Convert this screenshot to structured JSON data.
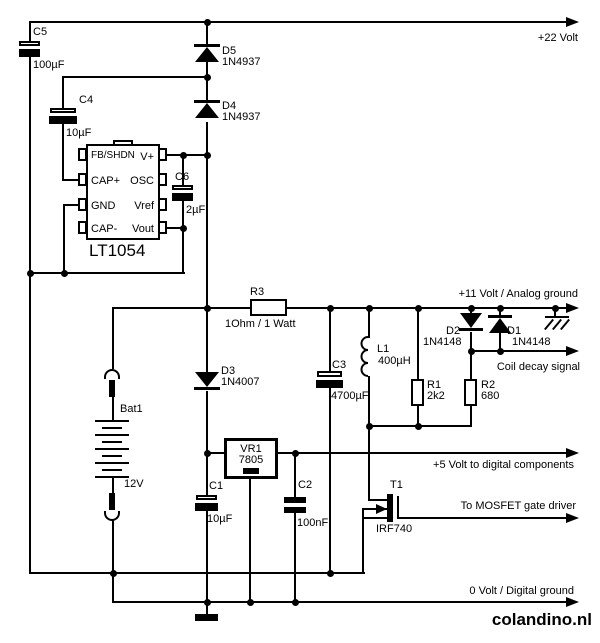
{
  "brand": "colandino.nl",
  "rails": {
    "v22": "+22 Volt",
    "v11": "+11 Volt / Analog ground",
    "coil_decay": "Coil decay signal",
    "v5": "+5 Volt to digital components",
    "gate": "To MOSFET gate driver",
    "v0": "0 Volt / Digital ground"
  },
  "ic": {
    "name": "LT1054",
    "pins_left": [
      "FB/SHDN",
      "CAP+",
      "GND",
      "CAP-"
    ],
    "pins_right": [
      "V+",
      "OSC",
      "Vref",
      "Vout"
    ]
  },
  "parts": {
    "c5": {
      "ref": "C5",
      "value": "100µF"
    },
    "c4": {
      "ref": "C4",
      "value": "10µF"
    },
    "c6": {
      "ref": "C6",
      "value": "2µF"
    },
    "c3": {
      "ref": "C3",
      "value": "4700µF"
    },
    "c1": {
      "ref": "C1",
      "value": "10µF"
    },
    "c2": {
      "ref": "C2",
      "value": "100nF"
    },
    "d5": {
      "ref": "D5",
      "value": "1N4937"
    },
    "d4": {
      "ref": "D4",
      "value": "1N4937"
    },
    "d3": {
      "ref": "D3",
      "value": "1N4007"
    },
    "d2": {
      "ref": "D2",
      "value": "1N4148"
    },
    "d1": {
      "ref": "D1",
      "value": "1N4148"
    },
    "r3": {
      "ref": "R3",
      "value": "1Ohm / 1 Watt"
    },
    "r1": {
      "ref": "R1",
      "value": "2k2"
    },
    "r2": {
      "ref": "R2",
      "value": "680"
    },
    "l1": {
      "ref": "L1",
      "value": "400µH"
    },
    "vr1": {
      "ref": "VR1",
      "value": "7805"
    },
    "t1": {
      "ref": "T1",
      "value": "IRF740"
    },
    "bat1": {
      "ref": "Bat1",
      "value": "12V"
    }
  }
}
